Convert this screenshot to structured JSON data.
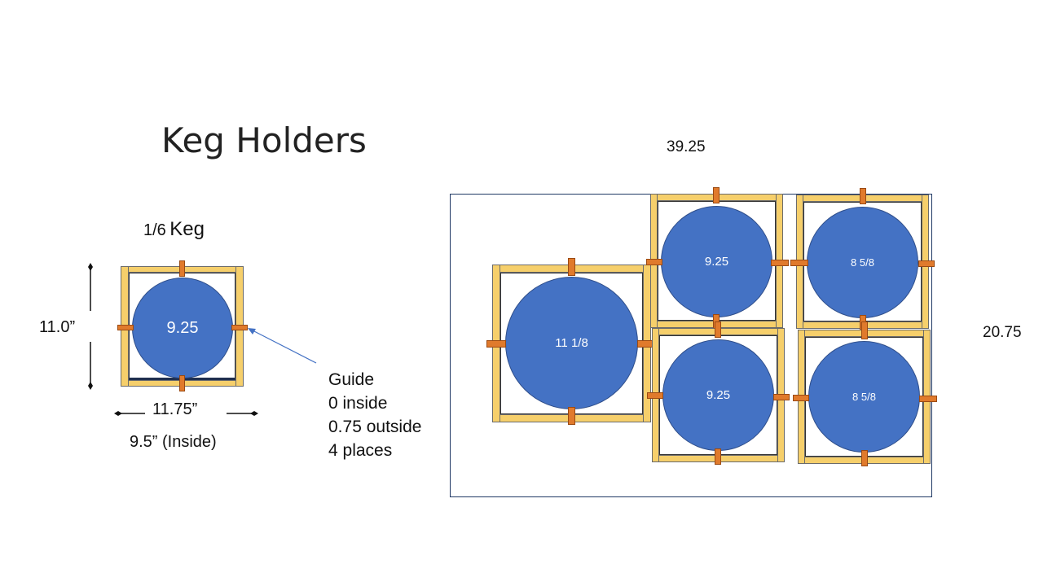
{
  "title": "Keg Holders",
  "keg_type": {
    "fraction": "1/6",
    "word": "Keg"
  },
  "single_holder": {
    "height_label": "11.0”",
    "width_label": "11.75”",
    "inside_label": "9.5” (Inside)",
    "keg_size": "9.25"
  },
  "guide": {
    "lines": [
      "Guide",
      "0 inside",
      "0.75 outside",
      "4 places"
    ]
  },
  "board": {
    "width_label": "39.25",
    "height_label": "20.75",
    "kegs": {
      "large": "11 1/8",
      "top_mid": "9.25",
      "top_right": "8 5/8",
      "bottom_mid": "9.25",
      "bottom_right": "8 5/8"
    }
  },
  "colors": {
    "keg_fill": "#4472c4",
    "frame_wood": "#f6cf6b",
    "guide_tab": "#e07a2c",
    "arrow": "#4472c4"
  }
}
